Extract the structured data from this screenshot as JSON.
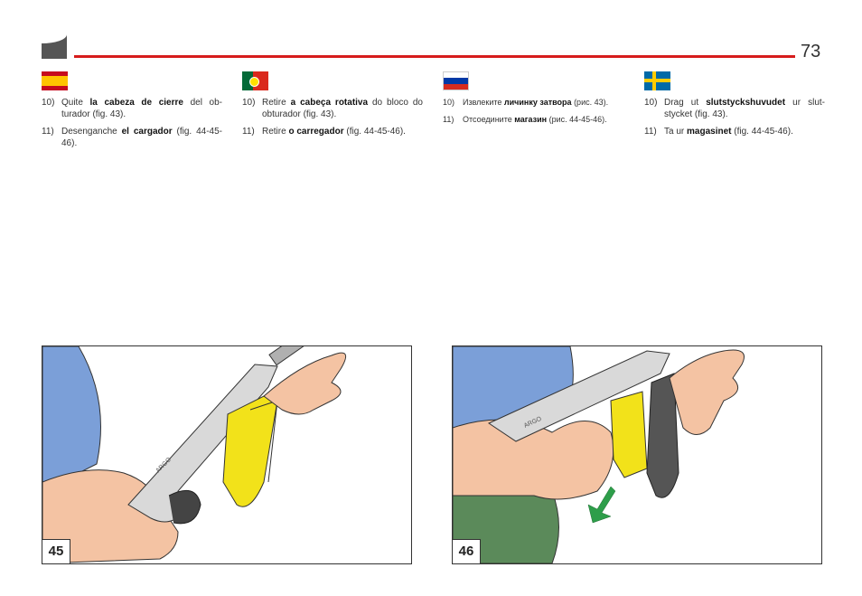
{
  "page": {
    "number": "73"
  },
  "columns": [
    {
      "lang": "es",
      "items": [
        {
          "num": "10)",
          "parts": [
            "Quite ",
            "la cabeza de cierre",
            " del ob-turador (fig. 43)."
          ]
        },
        {
          "num": "11)",
          "parts": [
            "Desenganche ",
            "el cargador",
            " (fig. 44-45-46)."
          ]
        }
      ]
    },
    {
      "lang": "pt",
      "items": [
        {
          "num": "10)",
          "parts": [
            "Retire ",
            "a cabeça rotativa",
            " do bloco do obturador (fig. 43)."
          ]
        },
        {
          "num": "11)",
          "parts": [
            "Retire ",
            "o carregador",
            " (fig. 44-45-46)."
          ]
        }
      ]
    },
    {
      "lang": "ru",
      "items": [
        {
          "num": "10)",
          "parts": [
            "Извлеките ",
            "личинку затвора",
            " (рис. 43)."
          ]
        },
        {
          "num": "11)",
          "parts": [
            "Отсоедините ",
            "магазин",
            " (рис. 44-45-46)."
          ]
        }
      ]
    },
    {
      "lang": "sv",
      "items": [
        {
          "num": "10)",
          "parts": [
            "Drag ut ",
            "slutstyckshuvudet",
            " ur slut-stycket (fig. 43)."
          ]
        },
        {
          "num": "11)",
          "parts": [
            "Ta ur ",
            "magasinet",
            " (fig. 44-45-46)."
          ]
        }
      ]
    }
  ],
  "figures": [
    {
      "label": "45",
      "brand": "ARGO"
    },
    {
      "label": "46",
      "brand": "ARGO"
    }
  ],
  "colors": {
    "rule": "#d61c1c",
    "magazine": "#f2e21a",
    "skin": "#f4c3a3",
    "sleeve": "#7b9fd8",
    "pants": "#5b8a5a"
  }
}
